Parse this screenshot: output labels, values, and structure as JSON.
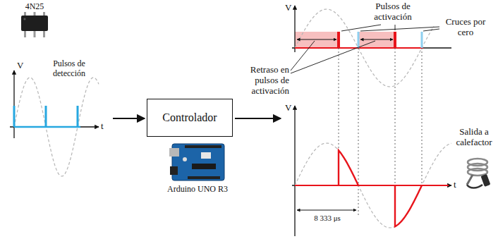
{
  "diagram": {
    "nodes": [
      {
        "text": [
          "Controlador"
        ]
      }
    ],
    "labels": [
      "4N25",
      "V",
      "Pulsos de detección",
      "t",
      "Arduino UNO R3",
      "Pulsos de activación",
      "Cruces por cero",
      "Retraso en pulsos de activación",
      "V",
      "V",
      "t",
      "Salida a calefactor",
      "8 333 μs"
    ]
  }
}
